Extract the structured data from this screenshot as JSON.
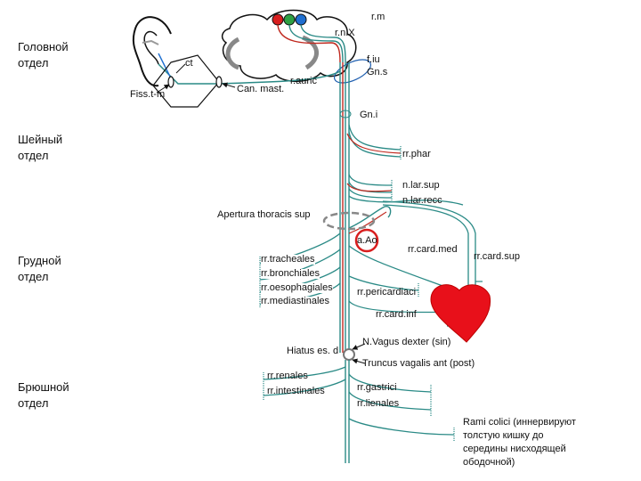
{
  "sections": {
    "head": [
      "Головной",
      "отдел"
    ],
    "neck": [
      "Шейный",
      "отдел"
    ],
    "thorax": [
      "Грудной",
      "отдел"
    ],
    "abdomen": [
      "Брюшной",
      "отдел"
    ]
  },
  "labels": {
    "r_m": "r.m",
    "r_n_x": "r.n.X",
    "f_iu": "f.iu",
    "gn_s": "Gn.s",
    "ct": "ct",
    "r_auric": "r.auric",
    "can_mast": "Can. mast.",
    "fiss_t_m": "Fiss.t-m",
    "gn_i": "Gn.i",
    "rr_phar": "rr.phar",
    "n_lar_sup": "n.lar.sup",
    "n_lar_recc": "n.lar.recc",
    "apertura": "Apertura thoracis sup",
    "a_ao": "a.Ao",
    "rr_tracheales": "rr.tracheales",
    "rr_bronchiales": "rr.bronchiales",
    "rr_oesophagiales": "rr.oesophagiales",
    "rr_mediastinales": "rr.mediastinales",
    "rr_card_med": "rr.card.med",
    "rr_card_sup": "rr.card.sup",
    "rr_pericardiaci": "rr.pericardiaci",
    "rr_card_inf": "rr.card.inf",
    "n_vagus": "N.Vagus dexter (sin)",
    "hiatus": "Hiatus es. d",
    "truncus": "Truncus vagalis ant (post)",
    "rr_renales": "rr.renales",
    "rr_intestinales": "rr.intestinales",
    "rr_gastrici": "rr.gastrici",
    "rr_lienales": "rr.lienales"
  },
  "rami_colici": [
    "Rami colici (иннервируют",
    "толстую кишку до",
    "середины нисходящей",
    "ободочной)"
  ],
  "colors": {
    "nerve": "#2a8a86",
    "nerve_red": "#c0281e",
    "heart": "#e8101a",
    "ring": "#d81e1e",
    "nucleus_red": "#d81e1e",
    "nucleus_green": "#2ea043",
    "nucleus_blue": "#1f6fd0",
    "aperture": "#888888"
  }
}
